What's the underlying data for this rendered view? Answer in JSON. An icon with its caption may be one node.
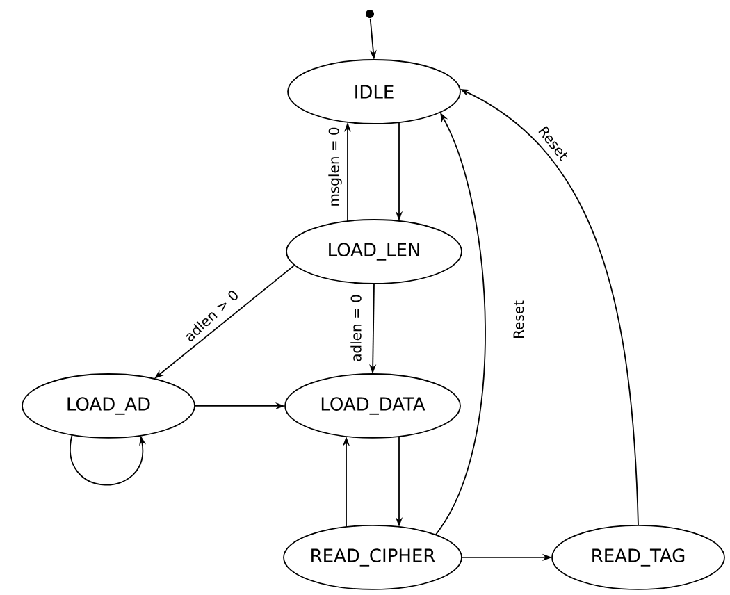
{
  "diagram": {
    "nodes": [
      {
        "text": [],
        "shape": "circle"
      },
      {
        "text": [
          "IDLE"
        ]
      },
      {
        "text": [
          "LOAD_LEN"
        ]
      },
      {
        "text": [
          "LOAD_AD"
        ]
      },
      {
        "text": [
          "LOAD_DATA"
        ]
      },
      {
        "text": [
          "READ_CIPHER"
        ]
      },
      {
        "text": [
          "READ_TAG"
        ]
      }
    ],
    "edges": [
      {
        "from": 0,
        "to": 1,
        "arrow": "to"
      },
      {
        "from": 1,
        "to": 2,
        "arrow": "to"
      },
      {
        "from": 2,
        "to": 1,
        "arrow": "to",
        "label": "msglen = 0"
      },
      {
        "from": 2,
        "to": 3,
        "arrow": "to",
        "label": "adlen > 0"
      },
      {
        "from": 2,
        "to": 4,
        "arrow": "to",
        "label": "adlen = 0"
      },
      {
        "from": 3,
        "to": 4,
        "arrow": "to"
      },
      {
        "from": 3,
        "to": 3,
        "arrow": "to"
      },
      {
        "from": 5,
        "to": 4,
        "arrow": "to"
      },
      {
        "from": 4,
        "to": 5,
        "arrow": "to"
      },
      {
        "from": 5,
        "to": 6,
        "arrow": "to"
      },
      {
        "from": 5,
        "to": 1,
        "arrow": "to",
        "label": "Reset"
      },
      {
        "from": 6,
        "to": 1,
        "arrow": "to",
        "label": "Reset"
      }
    ]
  }
}
